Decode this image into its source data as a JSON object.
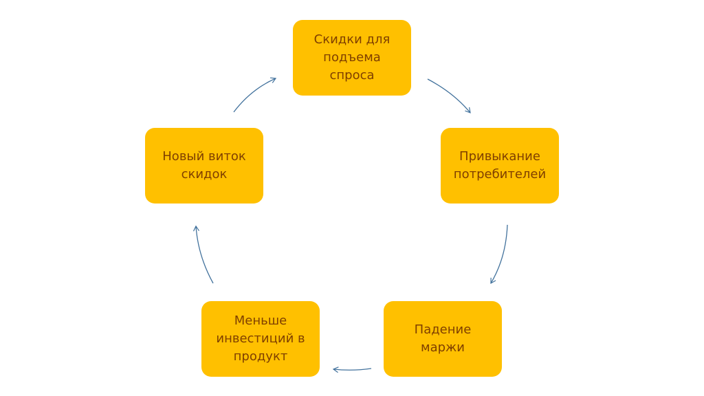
{
  "colors": {
    "box_fill": "#FFC000",
    "box_text": "#7F3F00",
    "arrow": "#41719C"
  },
  "nodes": [
    {
      "label": "Скидки для подъема спроса"
    },
    {
      "label": "Привыкание потребителей"
    },
    {
      "label": "Падение маржи"
    },
    {
      "label": "Меньше инвестиций в продукт"
    },
    {
      "label": "Новый виток скидок"
    }
  ]
}
